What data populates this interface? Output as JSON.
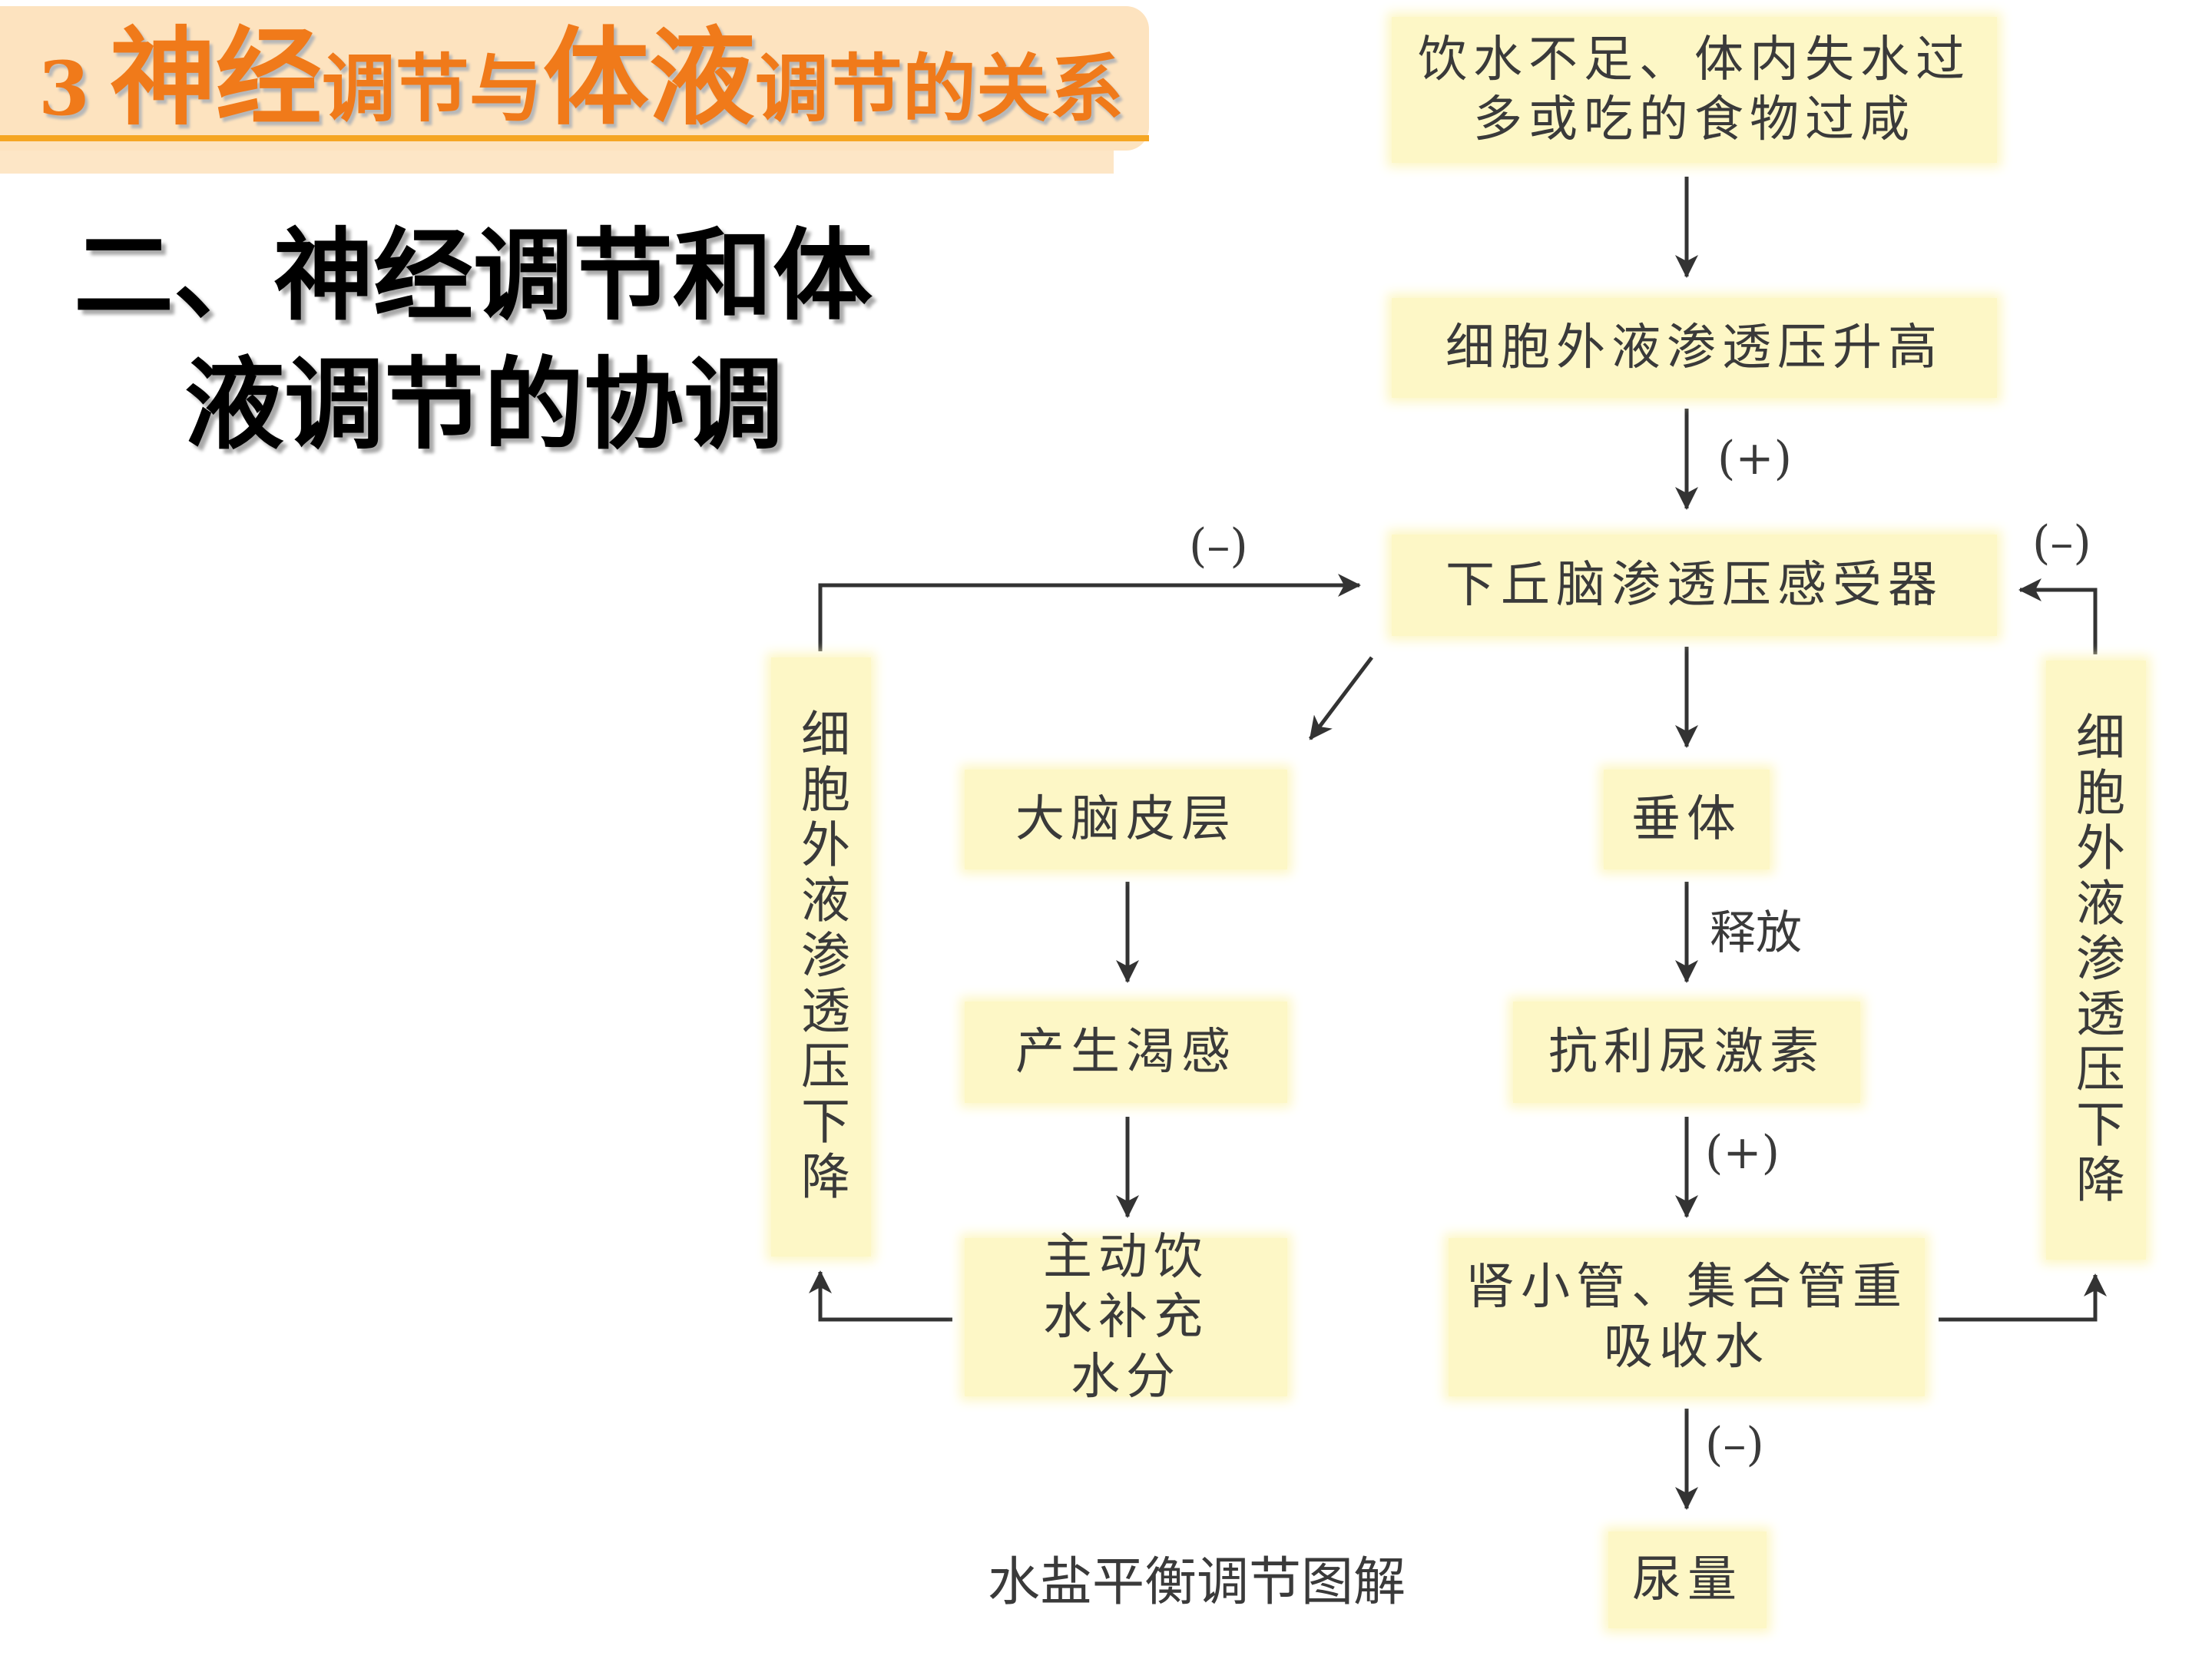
{
  "header": {
    "num": "3",
    "part1": "神经",
    "part2": "调节与",
    "part3": "体液",
    "part4": "调节的关系"
  },
  "subtitle": {
    "line1": "二、神经调节和体",
    "line2": "液调节的协调"
  },
  "diagram": {
    "nodes": {
      "cause": "饮水不足、体内失水过多或吃的食物过咸",
      "osmo_up": "细胞外液渗透压升高",
      "receptor": "下丘脑渗透压感受器",
      "cortex": "大脑皮层",
      "thirst": "产生渴感",
      "drink": "主动饮水补充水分",
      "pituitary": "垂体",
      "adh": "抗利尿激素",
      "reabsorb": "肾小管、集合管重吸收水",
      "urine": "尿量",
      "left_fb": "细胞外液渗透压下降",
      "right_fb": "细胞外液渗透压下降"
    },
    "labels": {
      "plus1": "(+)",
      "plus2": "(+)",
      "minus_left": "(–)",
      "minus_right": "(–)",
      "minus_urine": "(–)",
      "release": "释放"
    },
    "caption": "水盐平衡调节图解"
  }
}
